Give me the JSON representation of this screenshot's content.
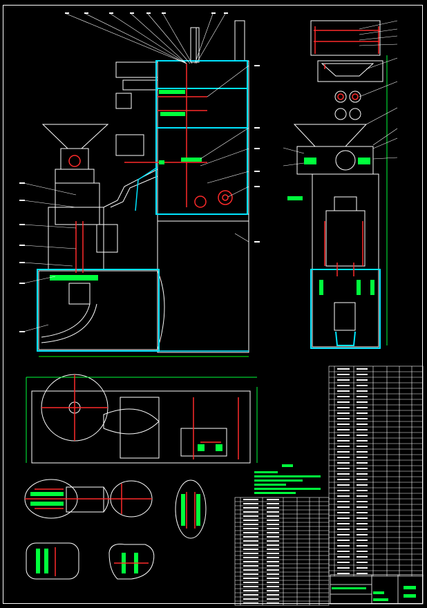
{
  "drawing": {
    "title": "",
    "sheet_frame": "drawing-frame",
    "colors": {
      "background": "#000000",
      "outline": "#ffffff",
      "housing": "#00e5ff",
      "shaft": "#ff2a2a",
      "annotation": "#00ff3c",
      "table_lines": "#ffffff"
    },
    "views": [
      "front-elevation",
      "side-elevation",
      "plan-view",
      "detail-1",
      "detail-2",
      "detail-3",
      "detail-4",
      "detail-5"
    ],
    "notes_title": "",
    "tech_requirements": [
      "",
      "",
      "",
      "",
      ""
    ],
    "parts_table_columns": 7,
    "parts_table_rows": 38,
    "bom_table_rows": 26,
    "title_block_fields": [
      "",
      "",
      ""
    ]
  }
}
